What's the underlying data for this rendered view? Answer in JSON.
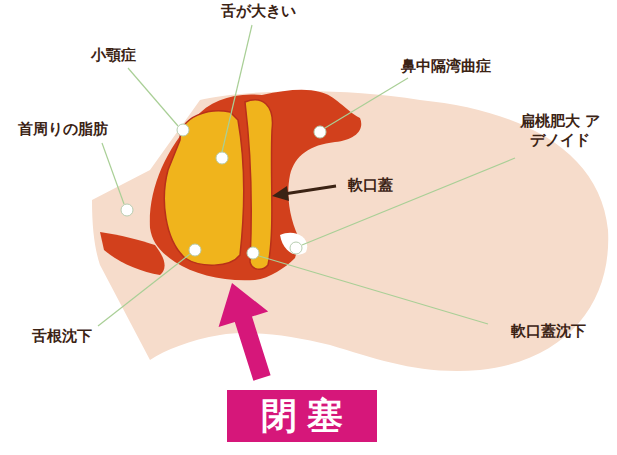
{
  "diagram": {
    "nodes": [
      {
        "text": [
          "閉塞"
        ]
      }
    ],
    "labels": [
      "舌が大きい",
      "小顎症",
      "鼻中隔湾曲症",
      "首周りの脂肪",
      "扁桃肥大 アデノイド",
      "軟口蓋",
      "舌根沈下",
      "軟口蓋沈下"
    ]
  }
}
